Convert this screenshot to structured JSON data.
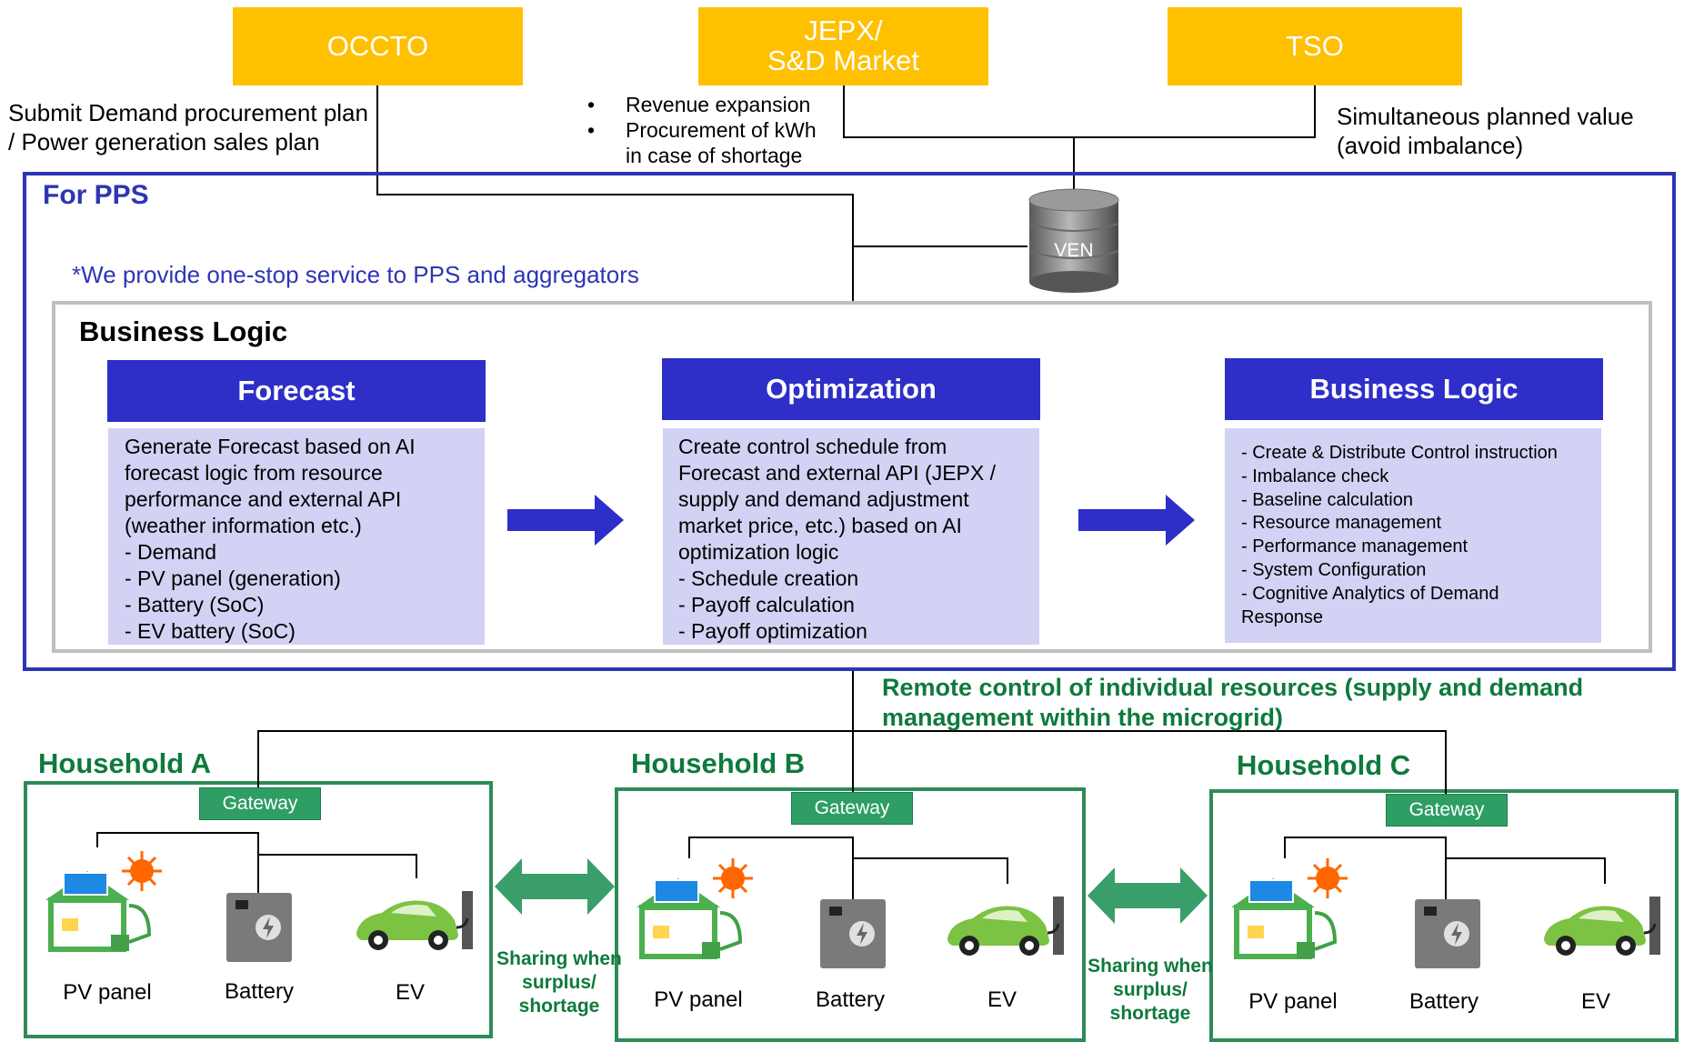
{
  "top_boxes": {
    "occto": "OCCTO",
    "jepx": "JEPX/\nS&D Market",
    "tso": "TSO"
  },
  "notes": {
    "occto_note": "Submit Demand procurement plan\n/ Power generation sales plan",
    "jepx_bullets": [
      "Revenue expansion",
      "Procurement of kWh\nin case of shortage"
    ],
    "tso_note": "Simultaneous planned value\n(avoid imbalance)"
  },
  "ven": {
    "label": "VEN"
  },
  "pps": {
    "title": "For PPS",
    "subtitle": "*We provide one-stop service to PPS and aggregators"
  },
  "business_logic": {
    "title": "Business Logic",
    "columns": [
      {
        "header": "Forecast",
        "body": "Generate Forecast based on AI\nforecast logic from resource\nperformance and external API\n(weather information etc.)\n- Demand\n- PV panel (generation)\n- Battery (SoC)\n- EV battery (SoC)"
      },
      {
        "header": "Optimization",
        "body": "Create control schedule from\nForecast and external API (JEPX /\nsupply and demand adjustment\nmarket price, etc.) based on AI\noptimization logic\n- Schedule creation\n- Payoff calculation\n- Payoff optimization"
      },
      {
        "header": "Business Logic",
        "body": "- Create & Distribute Control instruction\n- Imbalance check\n- Baseline calculation\n- Resource management\n- Performance management\n- System Configuration\n- Cognitive Analytics of Demand\nResponse"
      }
    ]
  },
  "remote_control": "Remote control of individual resources (supply and demand\nmanagement within the microgrid)",
  "households": [
    {
      "title": "Household A",
      "gateway": "Gateway",
      "resources": [
        "PV panel",
        "Battery",
        "EV"
      ]
    },
    {
      "title": "Household B",
      "gateway": "Gateway",
      "resources": [
        "PV panel",
        "Battery",
        "EV"
      ]
    },
    {
      "title": "Household C",
      "gateway": "Gateway",
      "resources": [
        "PV panel",
        "Battery",
        "EV"
      ]
    }
  ],
  "sharing": [
    "Sharing when\nsurplus/\nshortage",
    "Sharing when\nsurplus/\nshortage"
  ],
  "colors": {
    "top_box": "#ffc000",
    "pps_blue": "#2e35b5",
    "header_blue": "#2e2ec8",
    "body_lavender": "#d2d2f4",
    "green": "#2e9e64"
  }
}
